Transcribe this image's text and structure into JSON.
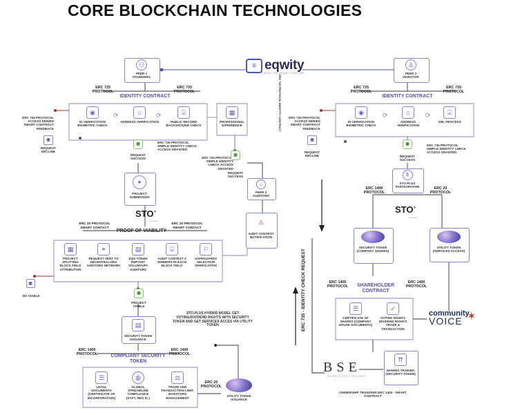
{
  "title": "CORE BLOCKCHAIN TECHNOLOGIES",
  "brand": {
    "name": "eqwity",
    "tagline": "LET'S BUILD THE BRAND TOGETHER"
  },
  "left": {
    "peer1": "PEER 1 FOUNDERS",
    "erc725_a": "ERC 725 PROTOCOL",
    "erc725_b": "ERC 725 PROTOCOL",
    "identity_contract": "IDENTITY CONTRACT",
    "id_verification": "ID VERIFICATION BIOMETRIC CHECK",
    "address_verification": "ADDRESS VERIFICATION",
    "public_record": "PUBLIC RECORD BACKGROUND CHECK",
    "professional": "PROFESSIONAL EXPERIENCE",
    "erc735_denied": "ERC 735 PROTOCOL ACCESS DENIED SMART CONTRACT FEEDBACK",
    "request_decline": "REQUEST DECLINE",
    "request_success": "REQUEST SUCCESS",
    "erc735_granted": "ERC 735 PROTOCOL SIMPLE IDENTITY CHECK ACCESS GRANTED",
    "erc735_granted2": "ERC 735 PROTOCOL SIMPLE IDENTITY CHECK ACCESS GRANTED",
    "request_success2": "REQUEST SUCCESS",
    "vertical_note": "ERC 725 PROTOCOL IDENTITY CONTRACT",
    "peer3": "PEER 3 AUDITORS",
    "project_submission": "PROJECT SUBMISSION",
    "audit_notification": "AUDIT CONTEST NOTIFICATION",
    "erc20_smart_a": "ERC 20 PROTOCOL SMART CONTACT",
    "erc20_smart_b": "ERC 20 PROTOCOL SMART CONTACT",
    "proof_of_viability": "PROOF OF VIABILITY",
    "pov_items": [
      "PROJECT SPLITTING BLOCK FIELD ATTRIBUTION",
      "REQUEST SENT TO DECENTRALIZED AUDITORS NETWORK",
      "EQX TOKEN DEPOSIT VOLUNTARY AUDITORS",
      "AUDIT CONTEST 3 WINNERS IN EACH BLOCK FIELD",
      "SAFEGUARDS SELECTION VERIFICATION"
    ],
    "no_viable": "NO VIABLE",
    "project_viable": "PROJECT VIABLE",
    "hybrid_note": "STO.PLUS HYBRID MODEL GET VOTING/DIVIDEND RIGHTS WITH SECURITY TOKEN AND GET SERVICES ACCES VIA UTILITY TOKEN",
    "security_token_issuance": "SECURITY TOKEN ISSUANCE",
    "erc1400_a": "ERC 1400 PROTOCOL",
    "erc1400_b": "ERC 1400 PROTOCOL",
    "compliant_token": "COMPLIANT SECURITY TOKEN",
    "ct_items": [
      "LEGAL DOCUMENTS (CERTIFICATE OF INCORPORATION)",
      "GLOBAL STREAMLINE COMPLIANCE (SAFT, REG D..)",
      "TRADE AND TRANSACTION LIMIT, INVESTORS MANAGEMENT"
    ],
    "erc20_c": "ERC 20 PROTOCOL",
    "utility_issuance": "UTILITY TOKEN ISSUANCE"
  },
  "right": {
    "peer2": "PEER 2 INVESTOR",
    "erc725_a": "ERC 725 PROTOCOL",
    "erc725_b": "ERC 725 PROTOCOL",
    "identity_contract": "IDENTITY CONTRACT",
    "id_verification": "ID VERIFICATION BIOMETRIC CHECK",
    "address_verification": "ADDRESS VERIFICATION",
    "aml": "AML PROCESS",
    "erc735_denied": "ERC 735 PROTOCOL ACCESS DENIED SMART CONTRACT FEEDBACK",
    "request_decline": "REQUEST DECLINE",
    "request_success": "REQUEST SUCCESS",
    "erc735_granted": "ERC 735 PROTOCOL SIMPLE IDENTITY CHECK ACCESS GRANTED",
    "sto_participation": "STO PLUS PARTICIPATION",
    "erc1400": "ERC 1400 PROTOCOL",
    "erc20": "ERC 20 PROTOCOL",
    "security_token": "SECURITY TOKEN (COMPANY SHARES)",
    "utility_token": "UTILITY TOKEN (SERVICES ACCESS)",
    "erc1400_a": "ERC 1400 PROTOCOL",
    "erc1400_b": "ERC 1400 PROTOCOL",
    "shareholder_contract": "SHAREHOLDER CONTRACT",
    "certificate": "CERTIFICATE OF SHARES (COMPANY HOUSE DOCUMENTS)",
    "voting": "VOTING RIGHTS DIVIDEND RIGHTS TRADE & TRANSACTION",
    "vertical_label": "ERC 735 - IDENTITY CHECK REQUEST",
    "shares_trading": "SHARES TRADING (SECURITY TOKEN)",
    "ownership": "OWNERSHIP TRANSFER ERC 1400 - SMART CONTRACT",
    "bse": "BSE",
    "bse_sub": "BUSINESS STOCK EXCHANGE",
    "community": "community",
    "voice": "VOICE"
  },
  "sto_logo": {
    "text": "STO",
    "sup": "+",
    "sub": "by eqwity"
  },
  "colors": {
    "accent": "#6a5fb8",
    "green": "#4a8a3a",
    "navy": "#1b2a55",
    "red": "#b03030"
  }
}
